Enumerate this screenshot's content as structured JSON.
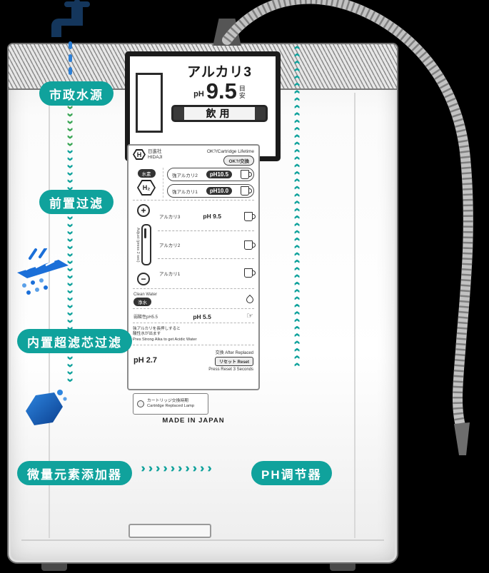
{
  "colors": {
    "accent_teal": "#10a29c",
    "flow_green": "#3aa655",
    "icon_blue": "#1b6fd8",
    "faucet_navy": "#14365c",
    "background": "#000000"
  },
  "flow_labels": {
    "source": "市政水源",
    "prefilter": "前置过滤",
    "ultrafilter": "内置超滤芯过滤",
    "trace": "微量元素添加器",
    "ph": "PH调节器"
  },
  "flow_arrows": {
    "down_green": "››››››",
    "down_teal": "››››››››››››››››››››››››››››››››",
    "right": "››››››››››",
    "up": "‹‹‹‹‹‹‹‹‹‹‹‹‹‹‹‹‹‹‹‹‹‹‹‹‹‹‹‹‹‹‹‹‹‹‹‹‹‹‹‹‹‹‹‹"
  },
  "display": {
    "line1": "アルカリ3",
    "ph_label": "pH",
    "ph_value": "9.5",
    "ph_note": "目安",
    "mode": "飲用"
  },
  "panel": {
    "brand": {
      "logo": "H",
      "name_jp": "日進社",
      "name_en": "HIDAJI"
    },
    "header": {
      "lifetime": "OK?/Cartridge Lifetime",
      "ok_btn": "OK?/交換"
    },
    "hydrogen": {
      "label": "水素",
      "symbol": "H₂"
    },
    "alkaline_buttons": [
      {
        "label": "強アルカリ2",
        "ph": "pH10.5"
      },
      {
        "label": "強アルカリ1",
        "ph": "pH10.0"
      }
    ],
    "adjust": {
      "plus": "+",
      "minus": "−",
      "label": "Adjust (press 2 sec)"
    },
    "levels": [
      {
        "label": "アルカリ3",
        "ph": "pH 9.5"
      },
      {
        "label": "アルカリ2",
        "ph": ""
      },
      {
        "label": "アルカリ1",
        "ph": ""
      }
    ],
    "clean": {
      "en": "Clean Water",
      "jp": "浄水"
    },
    "acidic": {
      "label": "弱酸性pH5.5",
      "ph": "pH 5.5"
    },
    "note_lines": [
      "強アルカリを長押しすると",
      "酸性水が出ます",
      "Pres Strong Alka to get Acidic Water"
    ],
    "strong_acid": {
      "ph": "pH 2.7",
      "replaced": "交換 After Replaced",
      "reset": "リセット Reset",
      "reset_note": "Press Reset 3 Seconds"
    },
    "cartridge_lamp": {
      "jp": "カートリッジ交換時期",
      "en": "Cartridge Replaced Lamp"
    },
    "made_in": "MADE IN JAPAN"
  }
}
